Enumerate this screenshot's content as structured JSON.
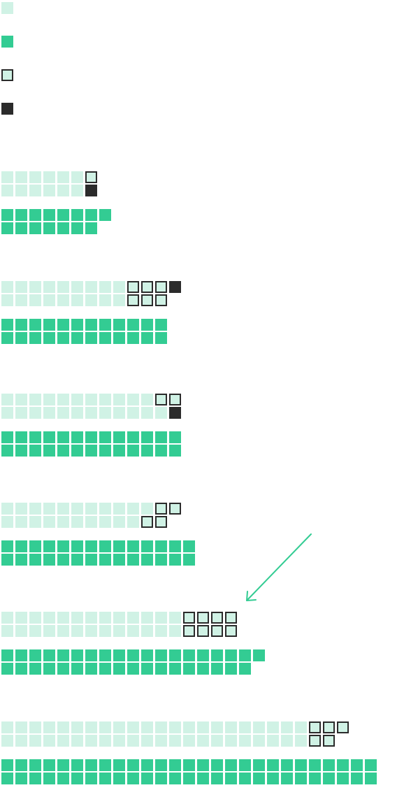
{
  "chart_data": {
    "type": "waffle",
    "colors": {
      "light": "#d0f2e5",
      "green": "#33cc93",
      "outline_fill": "#d0f2e5",
      "outline_stroke": "#2b2b2b",
      "dark": "#2b2b2b",
      "arrow": "#33cc93"
    },
    "legend": [
      {
        "key": "light"
      },
      {
        "key": "green"
      },
      {
        "key": "outline"
      },
      {
        "key": "dark"
      }
    ],
    "groups": [
      {
        "rows": [
          [
            {
              "light": 6
            },
            {
              "outline": 1
            }
          ],
          [
            {
              "light": 6
            },
            {
              "dark": 1
            }
          ],
          [
            {
              "green": 8
            }
          ],
          [
            {
              "green": 7
            }
          ]
        ]
      },
      {
        "rows": [
          [
            {
              "light": 9
            },
            {
              "outline": 3
            },
            {
              "dark": 1
            }
          ],
          [
            {
              "light": 9
            },
            {
              "outline": 3
            }
          ],
          [
            {
              "green": 12
            }
          ],
          [
            {
              "green": 12
            }
          ]
        ]
      },
      {
        "rows": [
          [
            {
              "light": 11
            },
            {
              "outline": 2
            }
          ],
          [
            {
              "light": 12
            },
            {
              "dark": 1
            }
          ],
          [
            {
              "green": 13
            }
          ],
          [
            {
              "green": 13
            }
          ]
        ]
      },
      {
        "rows": [
          [
            {
              "light": 11
            },
            {
              "outline": 2
            }
          ],
          [
            {
              "light": 10
            },
            {
              "outline": 2
            }
          ],
          [
            {
              "green": 14
            }
          ],
          [
            {
              "green": 14
            }
          ]
        ]
      },
      {
        "rows": [
          [
            {
              "light": 13
            },
            {
              "outline": 4
            }
          ],
          [
            {
              "light": 13
            },
            {
              "outline": 4
            }
          ],
          [
            {
              "green": 19
            }
          ],
          [
            {
              "green": 18
            }
          ]
        ]
      },
      {
        "rows": [
          [
            {
              "light": 22
            },
            {
              "outline": 3
            }
          ],
          [
            {
              "light": 22
            },
            {
              "outline": 2
            }
          ],
          [
            {
              "green": 27
            }
          ],
          [
            {
              "green": 27
            }
          ]
        ]
      }
    ],
    "annotation_arrow": {
      "points_to_group": 5
    }
  }
}
